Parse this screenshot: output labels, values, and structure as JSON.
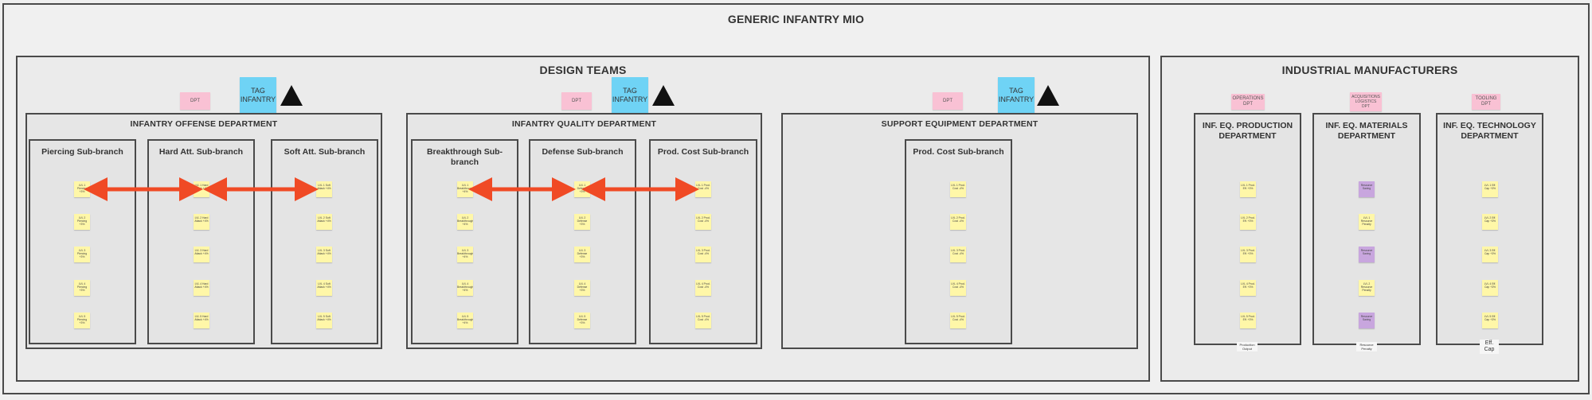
{
  "board": {
    "title": "GENERIC INFANTRY MIO",
    "design_title": "DESIGN TEAMS",
    "industrial_title": "INDUSTRIAL MANUFACTURERS"
  },
  "tags": {
    "dpt": "DPT",
    "tag_infantry": "TAG INFANTRY",
    "operations_dpt": "OPERATIONS DPT",
    "acquisitions_dpt": "ACQUISITIONS LOGISTICS DPT",
    "tooling_dpt": "TOOLING DPT"
  },
  "departments": {
    "offense": "INFANTRY OFFENSE DEPARTMENT",
    "quality": "INFANTRY QUALITY DEPARTMENT",
    "support": "SUPPORT EQUIPMENT DEPARTMENT",
    "production": "INF. EQ. PRODUCTION DEPARTMENT",
    "materials": "INF. EQ. MATERIALS DEPARTMENT",
    "technology": "INF. EQ. TECHNOLOGY DEPARTMENT"
  },
  "subbranches": {
    "piercing": "Piercing Sub-branch",
    "hard": "Hard Att. Sub-branch",
    "soft": "Soft Att. Sub-branch",
    "breakthrough": "Breakthrough Sub-branch",
    "defense": "Defense Sub-branch",
    "prodcost1": "Prod. Cost Sub-branch",
    "prodcost2": "Prod. Cost Sub-branch"
  },
  "stickies": {
    "piercing": [
      "LVL 1 Piercing +3%",
      "LVL 2 Piercing +3%",
      "LVL 3 Piercing +3%",
      "LVL 4 Piercing +3%",
      "LVL 5 Piercing +3%"
    ],
    "hard": [
      "LVL 1 Hard Attack +4%",
      "LVL 2 Hard Attack +4%",
      "LVL 3 Hard Attack +4%",
      "LVL 4 Hard Attack +4%",
      "LVL 5 Hard Attack +4%"
    ],
    "soft": [
      "LVL 1 Soft Attack +4%",
      "LVL 2 Soft Attack +4%",
      "LVL 3 Soft Attack +4%",
      "LVL 4 Soft Attack +4%",
      "LVL 5 Soft Attack +4%"
    ],
    "breakthrough": [
      "LVL 1 Breakthrough +4%",
      "LVL 2 Breakthrough +4%",
      "LVL 3 Breakthrough +4%",
      "LVL 4 Breakthrough +4%",
      "LVL 5 Breakthrough +4%"
    ],
    "defense": [
      "LVL 1 Defense +3%",
      "LVL 2 Defense +3%",
      "LVL 3 Defense +3%",
      "LVL 4 Defense +3%",
      "LVL 5 Defense +3%"
    ],
    "prodcost1": [
      "LVL 1 Prod. Cost -4%",
      "LVL 2 Prod. Cost -4%",
      "LVL 3 Prod. Cost -4%",
      "LVL 4 Prod. Cost -4%",
      "LVL 5 Prod. Cost -4%"
    ],
    "prodcost2": [
      "LVL 1 Prod. Cost -4%",
      "LVL 2 Prod. Cost -4%",
      "LVL 3 Prod. Cost -4%",
      "LVL 4 Prod. Cost -4%",
      "LVL 5 Prod. Cost -4%"
    ],
    "production": [
      "LVL 1 Prod. Eff. +3%",
      "LVL 2 Prod. Eff. +3%",
      "LVL 3 Prod. Eff. +3%",
      "LVL 4 Prod. Eff. +3%",
      "LVL 5 Prod. Eff. +3%"
    ],
    "materials": [
      "Resource Saving",
      "LVL 1 Resource Penalty",
      "Resource Saving",
      "LVL 2 Resource Penalty",
      "Resource Saving"
    ],
    "technology": [
      "LVL 1 Eff. Cap +3%",
      "LVL 2 Eff. Cap +3%",
      "LVL 3 Eff. Cap +3%",
      "LVL 4 Eff. Cap +3%",
      "LVL 5 Eff. Cap +3%"
    ]
  },
  "bottom_labels": {
    "production": "Production Output",
    "materials": "Resource Penalty",
    "technology": "Eff. Cap"
  },
  "colors": {
    "arrow": "#f04a25",
    "sticky": "#fff7a8",
    "purple_sticky": "#c8a6de",
    "tag_blue": "#6fd3f5",
    "tag_pink": "#f9c1d4"
  }
}
